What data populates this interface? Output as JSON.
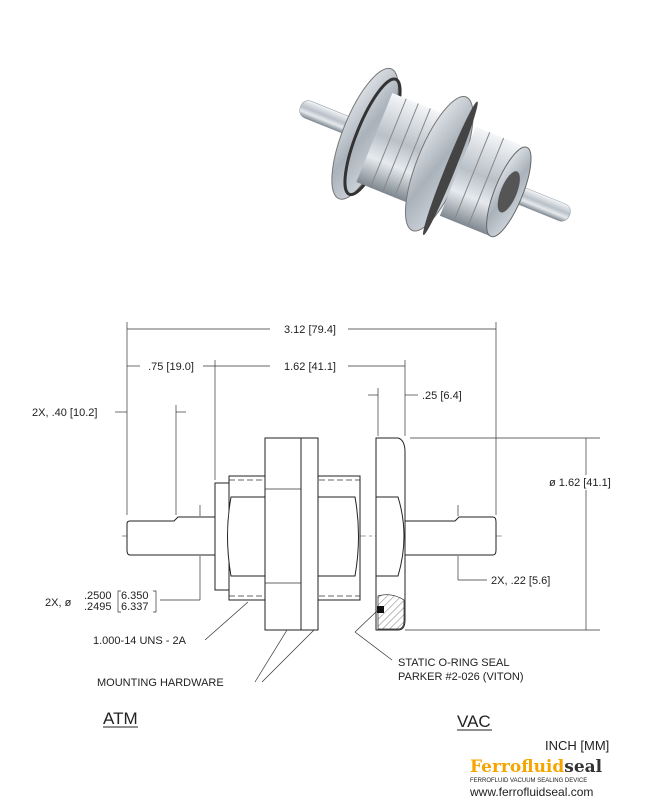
{
  "dimensions": {
    "overall_length": "3.12 [79.4]",
    "atm_shaft_length": ".75 [19.0]",
    "body_length": "1.62 [41.1]",
    "flange_thickness": ".25 [6.4]",
    "groove_position": "2X, .40 [10.2]",
    "flange_diameter": "ø 1.62 [41.1]",
    "groove_diameter": "2X, .22 [5.6]",
    "shaft_diameter_prefix": "2X, ø",
    "shaft_diameter_inch_max": ".2500",
    "shaft_diameter_inch_min": ".2495",
    "shaft_diameter_mm_max": "6.350",
    "shaft_diameter_mm_min": "6.337"
  },
  "callouts": {
    "thread": "1.000-14 UNS - 2A",
    "mounting": "MOUNTING HARDWARE",
    "oring_line1": "STATIC O-RING SEAL",
    "oring_line2": "PARKER #2-026 (VITON)"
  },
  "sides": {
    "atm": "ATM",
    "vac": "VAC"
  },
  "units": "INCH [MM]",
  "watermark": {
    "brand_orange": "Ferrofluid",
    "brand_dark": "seal",
    "tagline": "FERROFLUID VACUUM SEALING DEVICE",
    "url": "www.ferrofluidseal.com",
    "orange": "#f5a500"
  }
}
